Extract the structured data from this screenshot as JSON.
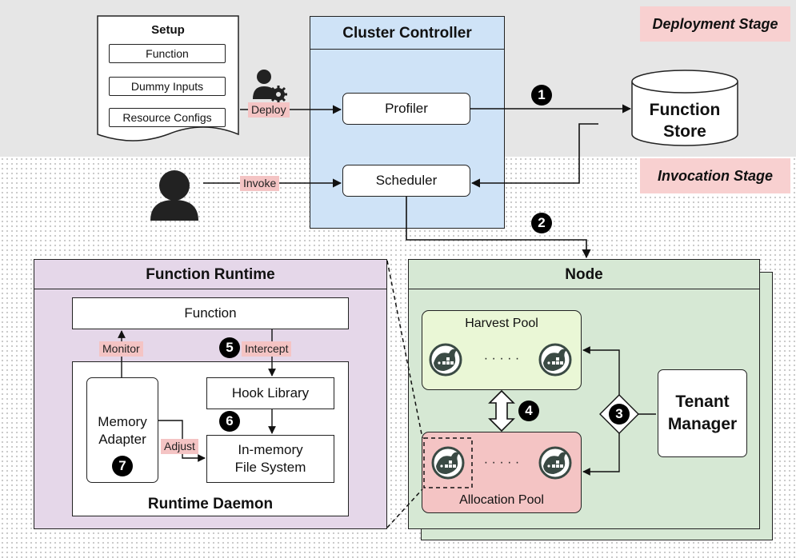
{
  "stages": {
    "deployment": "Deployment Stage",
    "invocation": "Invocation Stage"
  },
  "setup": {
    "title": "Setup",
    "items": [
      "Function",
      "Dummy Inputs",
      "Resource Configs"
    ]
  },
  "cluster_controller": {
    "title": "Cluster Controller",
    "profiler": "Profiler",
    "scheduler": "Scheduler"
  },
  "function_store": {
    "line1": "Function",
    "line2": "Store"
  },
  "labels": {
    "deploy": "Deploy",
    "invoke": "Invoke",
    "monitor": "Monitor",
    "intercept": "Intercept",
    "adjust": "Adjust"
  },
  "steps": [
    "1",
    "2",
    "3",
    "4",
    "5",
    "6",
    "7"
  ],
  "function_runtime": {
    "title": "Function Runtime",
    "function": "Function",
    "hook_library": "Hook Library",
    "memory_adapter_line1": "Memory",
    "memory_adapter_line2": "Adapter",
    "fs_line1": "In-memory",
    "fs_line2": "File System",
    "daemon": "Runtime Daemon"
  },
  "node": {
    "title": "Node",
    "harvest_pool": "Harvest Pool",
    "allocation_pool": "Allocation Pool",
    "dots": "· · · · ·",
    "tenant_line1": "Tenant",
    "tenant_line2": "Manager"
  },
  "colors": {
    "deploy_bg": "#e6e6e6",
    "controller_bg": "#cfe3f7",
    "runtime_bg": "#e5d7e9",
    "node_bg": "#d6e8d4",
    "harvest_bg": "#eaf7d6",
    "alloc_bg": "#f4c4c4",
    "tag_bg": "#f4c4c4"
  },
  "icons": [
    "person-icon",
    "user-gear-icon",
    "container-whale-icon",
    "database-cylinder-icon"
  ]
}
